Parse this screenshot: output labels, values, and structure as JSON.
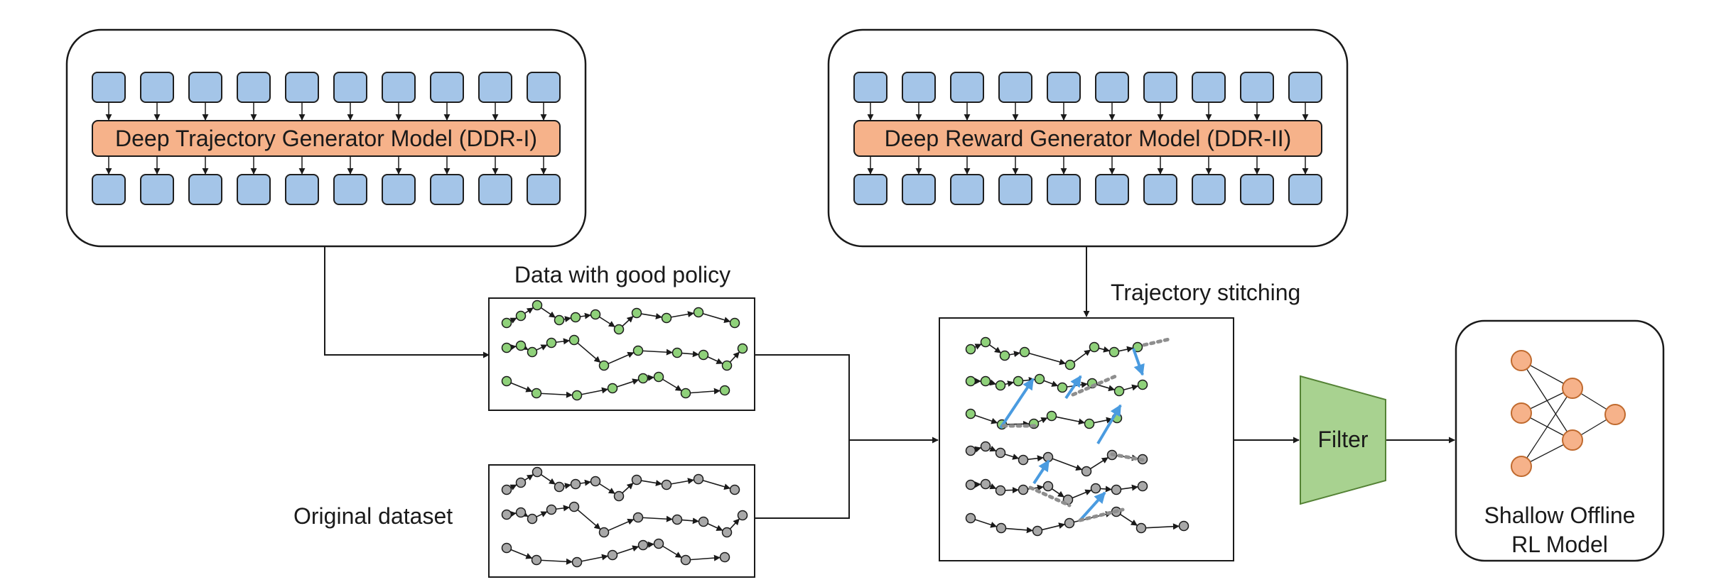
{
  "colors": {
    "token_fill": "#a4c5e8",
    "token_stroke": "#1f1f1f",
    "model_fill": "#f6b28a",
    "good_node": "#8fd17a",
    "orig_node": "#a8a8a8",
    "stitch_arrow": "#4a9be0",
    "stitch_dots": "#8e8e8e",
    "filter_fill": "#a8d290",
    "filter_stroke": "#548235",
    "nn_node": "#f6b28a",
    "nn_node_stroke": "#c06a2e",
    "line": "#1a1a1a"
  },
  "models": {
    "trajectory_generator": {
      "label": "Deep Trajectory Generator Model (DDR-I)"
    },
    "reward_generator": {
      "label": "Deep Reward Generator Model (DDR-II)"
    }
  },
  "labels": {
    "good_policy": "Data with good policy",
    "original": "Original dataset",
    "stitching": "Trajectory stitching",
    "filter": "Filter",
    "rl_model_line1": "Shallow Offline",
    "rl_model_line2": "RL Model"
  }
}
